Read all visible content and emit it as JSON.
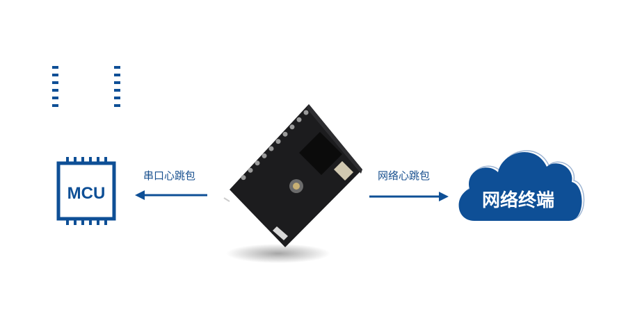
{
  "colors": {
    "brand_blue": "#0e4f96",
    "board": "#1c1c1e"
  },
  "mcu": {
    "label": "MCU",
    "icon": "chip-icon"
  },
  "left_arrow": {
    "label": "串口心跳包",
    "direction": "left"
  },
  "right_arrow": {
    "label": "网络心跳包",
    "direction": "right"
  },
  "cloud": {
    "label": "网络终端",
    "icon": "cloud-icon"
  },
  "module": {
    "icon": "wifi-module-image"
  }
}
